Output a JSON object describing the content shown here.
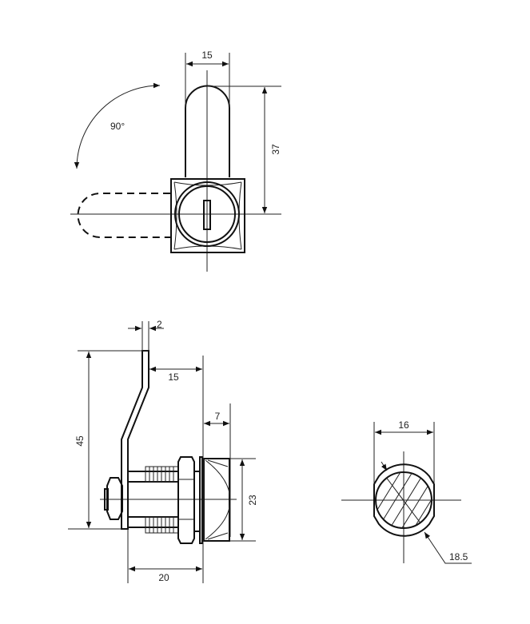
{
  "front_view": {
    "rotation_label": "90°",
    "lever_width": "15",
    "lever_length": "37"
  },
  "side_view": {
    "lever_thickness": "2",
    "lever_offset": "15",
    "head_depth": "7",
    "head_diameter": "23",
    "body_length": "20",
    "total_height": "45"
  },
  "section_view": {
    "flat_width": "16",
    "diameter": "18.5"
  },
  "colors": {
    "line": "#111111",
    "background": "#ffffff"
  }
}
